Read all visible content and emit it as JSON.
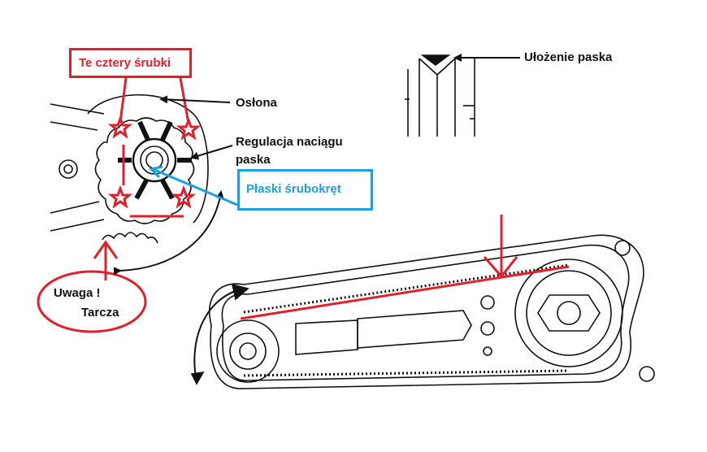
{
  "labels": {
    "four_screws": "Te cztery śrubki",
    "cover": "Osłona",
    "tension_line1": "Regulacja naciągu",
    "tension_line2": "paska",
    "screwdriver": "Płaski śrubokręt",
    "belt_layout": "Ułożenie paska",
    "warning_line1": "Uwaga !",
    "warning_line2": "Tarcza"
  },
  "colors": {
    "annotation_red": "#e0202a",
    "annotation_blue": "#1ea0dc",
    "drawing_black": "#111111"
  }
}
